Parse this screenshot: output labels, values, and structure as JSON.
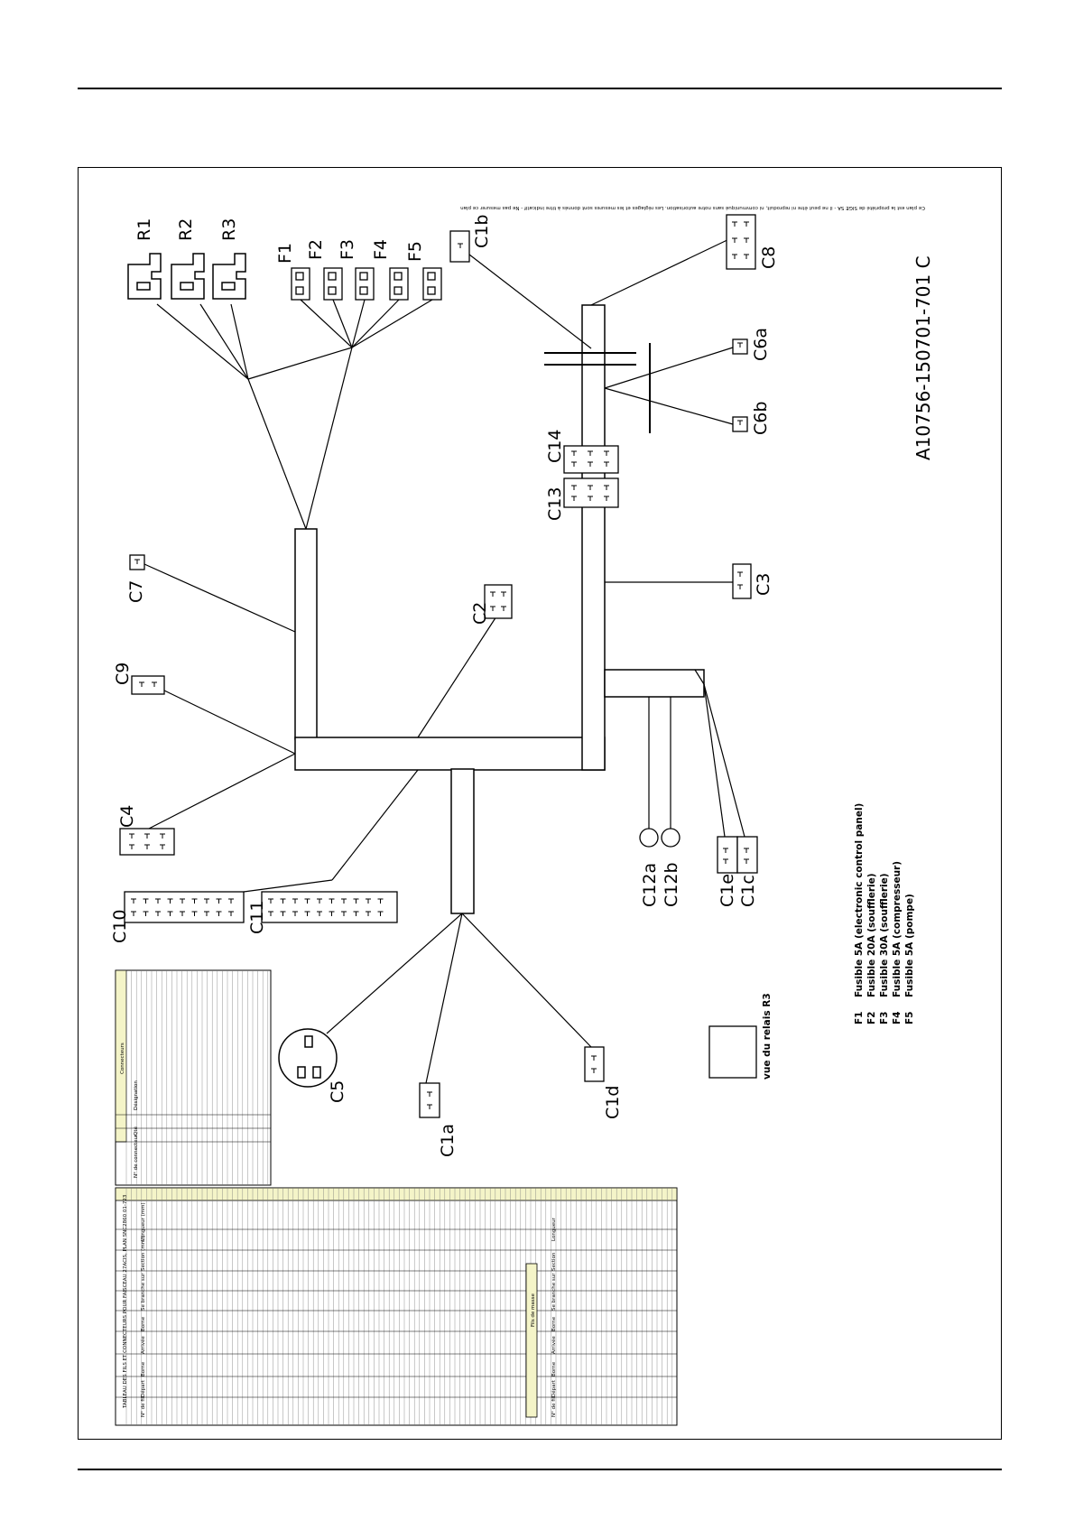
{
  "header_rule": true,
  "diagram": {
    "reference": "A10756-150701-701 C",
    "top_note": "Ce plan est la propriété de SIGE SA - il ne peut être ni reproduit, ni communiqué sans notre autorisation. Les réglages et les mesures sont donnés à titre indicatif - Ne pas mesurer ce plan",
    "connectors": {
      "R1": "R1",
      "R2": "R2",
      "R3": "R3",
      "F1": "F1",
      "F2": "F2",
      "F3": "F3",
      "F4": "F4",
      "F5": "F5",
      "C1b": "C1b",
      "C8": "C8",
      "C6a": "C6a",
      "C6b": "C6b",
      "C14": "C14",
      "C13": "C13",
      "C3": "C3",
      "C7": "C7",
      "C2": "C2",
      "C9": "C9",
      "C4": "C4",
      "C10": "C10",
      "C11": "C11",
      "C12a": "C12a",
      "C12b": "C12b",
      "C1e": "C1e",
      "C1c": "C1c",
      "C5": "C5",
      "C1a": "C1a",
      "C1d": "C1d"
    },
    "relay_view_label": "vue du relais R3",
    "fuse_legend": [
      {
        "id": "F1",
        "text": "Fusible 5A (electronic control panel)"
      },
      {
        "id": "F2",
        "text": "Fusible 20A (soufflerie)"
      },
      {
        "id": "F3",
        "text": "Fusible 30A (soufflerie)"
      },
      {
        "id": "F4",
        "text": "Fusible 5A (compresseur)"
      },
      {
        "id": "F5",
        "text": "Fusible 5A (pompe)"
      }
    ]
  },
  "wire_table": {
    "title": "TABLEAU DES FILS ET CONNECTEURS POUR FAISCEAU 27ACIS, PLAN SNC2860 01-723",
    "columns": [
      "N° de fil",
      "Départ",
      "Borne",
      "Arrivée",
      "Borne",
      "Se branche sur",
      "Section (mm²)",
      "Longueur (mm)"
    ],
    "ground_title": "Fils de masse",
    "ground_columns": [
      "N° de fil",
      "Départ",
      "Borne",
      "Arrivée",
      "Borne",
      "Se branche sur",
      "Section",
      "Longueur"
    ]
  },
  "connector_table": {
    "title": "Connecteurs",
    "columns": [
      "N° de connecteur",
      "Qté",
      "Désignation"
    ]
  }
}
